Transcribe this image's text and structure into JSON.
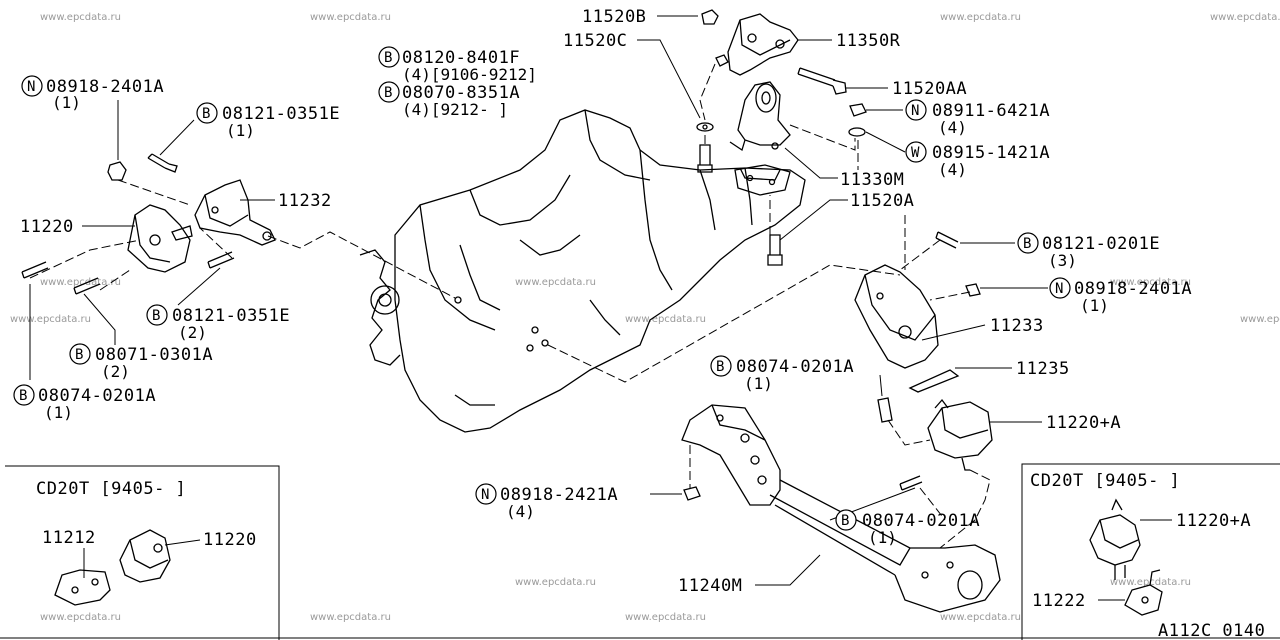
{
  "watermark": "www.epcdata.ru",
  "diagram_code": "A112C 0140",
  "inset_left": {
    "title": "CD20T [9405-     ]",
    "labels": [
      "11212",
      "11220"
    ]
  },
  "inset_right": {
    "title": "CD20T [9405-     ]",
    "labels": [
      "11220+A",
      "11222"
    ]
  },
  "labels": {
    "p11520B": "11520B",
    "p11520C": "11520C",
    "p11350R": "11350R",
    "p08120": "08120-8401F",
    "p08120_q": "(4)[9106-9212]",
    "p08070": "08070-8351A",
    "p08070_q": "(4)[9212-     ]",
    "p11520AA": "11520AA",
    "p08911": "08911-6421A",
    "p08911_q": "(4)",
    "p08915": "08915-1421A",
    "p08915_q": "(4)",
    "p11330M": "11330M",
    "p11520A": "11520A",
    "p08918a": "08918-2401A",
    "p08918a_q": "(1)",
    "p08121a": "08121-0351E",
    "p08121a_q": "(1)",
    "p11232": "11232",
    "p11220": "11220",
    "p08121b": "08121-0351E",
    "p08121b_q": "(2)",
    "p08071": "08071-0301A",
    "p08071_q": "(2)",
    "p08074a": "08074-0201A",
    "p08074a_q": "(1)",
    "p08121c": "08121-0201E",
    "p08121c_q": "(3)",
    "p08918b": "08918-2401A",
    "p08918b_q": "(1)",
    "p11233": "11233",
    "p11235": "11235",
    "p08074b": "08074-0201A",
    "p08074b_q": "(1)",
    "p11220A": "11220+A",
    "p08918c": "08918-2421A",
    "p08918c_q": "(4)",
    "p08074c": "08074-0201A",
    "p08074c_q": "(1)",
    "p11240M": "11240M"
  },
  "prefixes": {
    "B": "B",
    "N": "N",
    "W": "W"
  }
}
